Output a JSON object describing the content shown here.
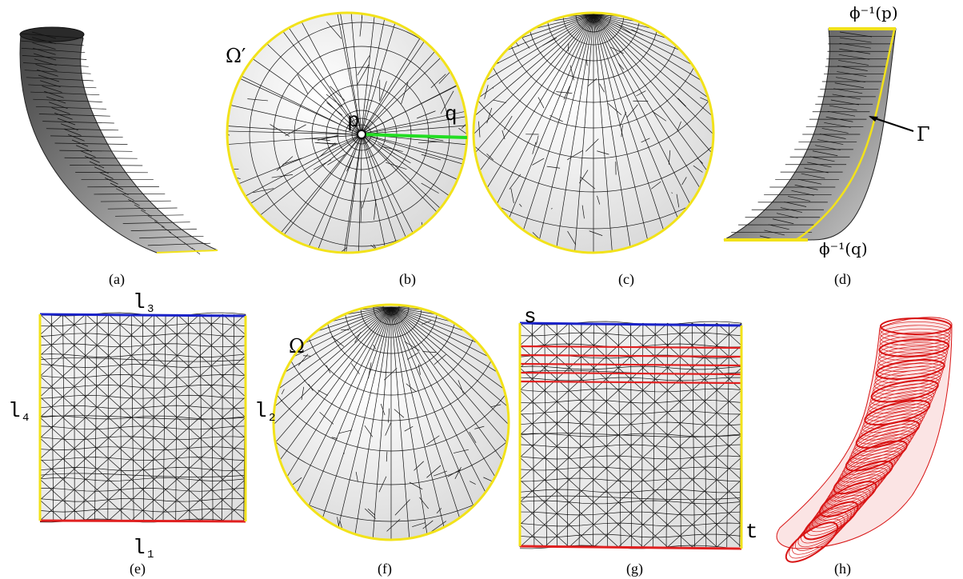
{
  "captions": {
    "a": "(a)",
    "b": "(b)",
    "c": "(c)",
    "d": "(d)",
    "e": "(e)",
    "f": "(f)",
    "g": "(g)",
    "h": "(h)"
  },
  "labels": {
    "omega_prime": "Ω′",
    "omega": "Ω",
    "p": "p",
    "q": "q",
    "gamma": "Γ",
    "phi_inv_p": "ϕ⁻¹(p)",
    "phi_inv_q": "ϕ⁻¹(q)",
    "l1": "l",
    "l1_sub": "1",
    "l2": "l",
    "l2_sub": "2",
    "l3": "l",
    "l3_sub": "3",
    "l4": "l",
    "l4_sub": "4",
    "s": "s",
    "t": "t"
  },
  "colors": {
    "boundary_yellow": "#f2e21a",
    "cut_green": "#22dd22",
    "edge_blue": "#1a22c8",
    "edge_red": "#e02020",
    "mesh_dark": "#1a1a1a",
    "surface_gray": "#6d6d6d",
    "wire_red": "#d81414"
  }
}
